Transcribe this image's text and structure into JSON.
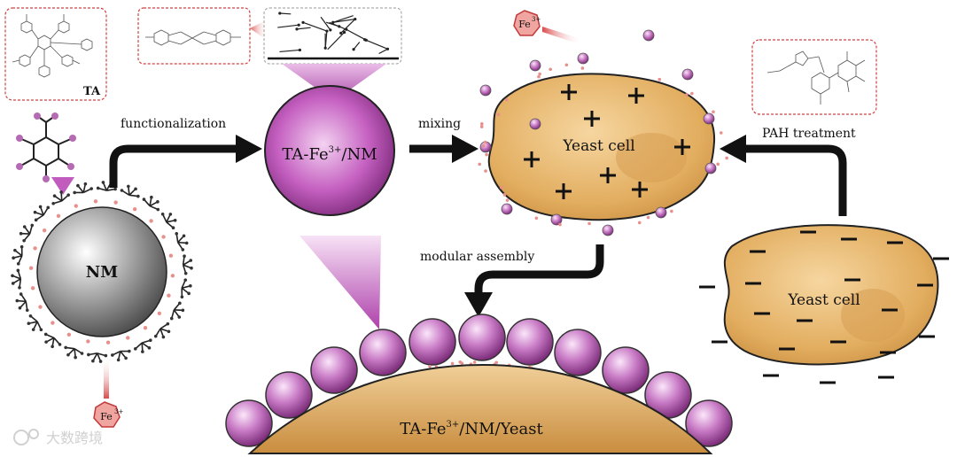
{
  "labels": {
    "ta_box": "TA",
    "nm": "NM",
    "functionalization": "functionalization",
    "ta_fe_nm_a": "TA-Fe",
    "ta_fe_nm_sup": "3+",
    "ta_fe_nm_b": "/NM",
    "mixing": "mixing",
    "yeast_cell_positive": "Yeast cell",
    "pah_treatment": "PAH treatment",
    "yeast_cell_negative": "Yeast cell",
    "modular_assembly": "modular assembly",
    "product_a": "TA-Fe",
    "product_sup": "3+",
    "product_b": "/NM/Yeast",
    "fe_badge_top": "Fe",
    "fe_badge_top_sup": "3+",
    "fe_badge_bottom": "Fe",
    "fe_badge_bottom_sup": "3+",
    "watermark": "大数跨境"
  },
  "colors": {
    "purple": "#b33fb0",
    "purple_light": "#e6b3e3",
    "yeast": "#e2ad5f",
    "yeast_dark": "#b97e33",
    "nm_gray": "#8a8a8a",
    "fe_red": "#e8908c",
    "dashed_box": "#d04040"
  },
  "icons": [
    "tannic-acid-structure-icon",
    "fe-ta-complex-icon",
    "pah-structure-icon",
    "fe-ion-icon",
    "gallol-molecule-icon"
  ]
}
